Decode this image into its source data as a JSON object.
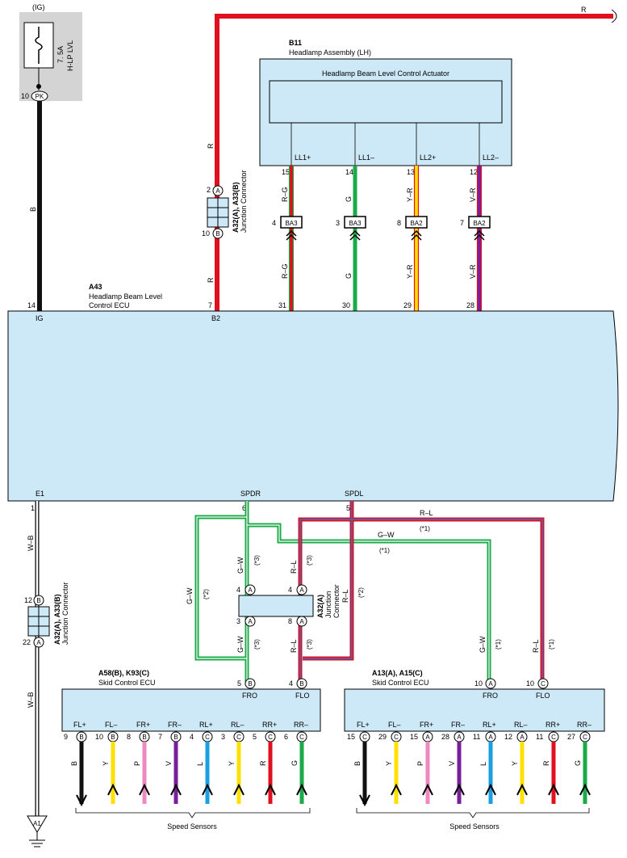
{
  "ig_label": "(IG)",
  "fuse": {
    "amps": "7. 5A",
    "name": "H-LP LVL",
    "pin": "10",
    "code": "PK"
  },
  "wire_r_top": "R",
  "b11": {
    "id": "B11",
    "name": "Headlamp Assembly (LH)",
    "actuator": "Headlamp Beam Level Control Actuator",
    "pins": [
      {
        "label": "LL1+",
        "num": "15",
        "color": "R–G",
        "conn_pin": "4",
        "conn": "BA3",
        "ecu_pin": "31",
        "ecu_label": "LL1+"
      },
      {
        "label": "LL1–",
        "num": "14",
        "color": "G",
        "conn_pin": "3",
        "conn": "BA3",
        "ecu_pin": "30",
        "ecu_label": "LL1–"
      },
      {
        "label": "LL2+",
        "num": "13",
        "color": "Y–R",
        "conn_pin": "8",
        "conn": "BA2",
        "ecu_pin": "29",
        "ecu_label": "LL2+"
      },
      {
        "label": "LL2–",
        "num": "12",
        "color": "V–R",
        "conn_pin": "7",
        "conn": "BA2",
        "ecu_pin": "28",
        "ecu_label": "LL2–"
      }
    ]
  },
  "jc_top": {
    "label": "A32(A), A33(B)",
    "sub": "Junction Connector",
    "pin_a": "2",
    "code_a": "A",
    "pin_b": "10",
    "code_b": "B",
    "wire_above": "R",
    "wire_below": "R"
  },
  "a43": {
    "id": "A43",
    "name1": "Headlamp Beam Level",
    "name2": "Control ECU",
    "ig_pin": "14",
    "ig_label": "IG",
    "ig_wire": "B",
    "b2_pin": "7",
    "b2_label": "B2",
    "e1_label": "E1",
    "e1_pin": "1",
    "spdr_label": "SPDR",
    "spdr_pin": "6",
    "spdl_label": "SPDL",
    "spdl_pin": "5"
  },
  "jc_left": {
    "label": "A32(A), A33(B)",
    "sub": "Junction Connector",
    "pin_b": "12",
    "code_b": "B",
    "pin_a": "22",
    "code_a": "A",
    "wire": "W–B"
  },
  "jc_mid": {
    "label": "A32(A)",
    "sub1": "Junction",
    "sub2": "Connector",
    "pin4": "4",
    "pin4b": "4",
    "pin3": "3",
    "pin8": "8",
    "code": "A",
    "gw": "G–W",
    "rl": "R–L",
    "n3": "(*3)",
    "n2": "(*2)",
    "n1": "(*1)"
  },
  "ecu_left": {
    "id": "A58(B), K93(C)",
    "name": "Skid Control ECU",
    "fro_pin": "5",
    "fro_code": "B",
    "fro_label": "FRO",
    "flo_pin": "4",
    "flo_code": "B",
    "flo_label": "FLO",
    "pins": [
      {
        "label": "FL+",
        "num": "9",
        "code": "B",
        "wire": "B",
        "hex": "#111111"
      },
      {
        "label": "FL–",
        "num": "10",
        "code": "B",
        "wire": "Y",
        "hex": "#ffe000"
      },
      {
        "label": "FR+",
        "num": "8",
        "code": "B",
        "wire": "P",
        "hex": "#ee88c0"
      },
      {
        "label": "FR–",
        "num": "7",
        "code": "B",
        "wire": "V",
        "hex": "#7a1f9a"
      },
      {
        "label": "RL+",
        "num": "4",
        "code": "C",
        "wire": "L",
        "hex": "#1aa0e0"
      },
      {
        "label": "RL–",
        "num": "3",
        "code": "C",
        "wire": "Y",
        "hex": "#ffe000"
      },
      {
        "label": "RR+",
        "num": "5",
        "code": "C",
        "wire": "R",
        "hex": "#e0101e"
      },
      {
        "label": "RR–",
        "num": "6",
        "code": "C",
        "wire": "G",
        "hex": "#1aaa48"
      }
    ]
  },
  "ecu_right": {
    "id": "A13(A), A15(C)",
    "name": "Skid Control ECU",
    "fro_pin": "10",
    "fro_code": "A",
    "fro_label": "FRO",
    "flo_pin": "10",
    "flo_code": "C",
    "flo_label": "FLO",
    "pins": [
      {
        "label": "FL+",
        "num": "15",
        "code": "C",
        "wire": "B",
        "hex": "#111111"
      },
      {
        "label": "FL–",
        "num": "29",
        "code": "C",
        "wire": "Y",
        "hex": "#ffe000"
      },
      {
        "label": "FR+",
        "num": "15",
        "code": "A",
        "wire": "P",
        "hex": "#ee88c0"
      },
      {
        "label": "FR–",
        "num": "28",
        "code": "A",
        "wire": "V",
        "hex": "#7a1f9a"
      },
      {
        "label": "RL+",
        "num": "11",
        "code": "A",
        "wire": "L",
        "hex": "#1aa0e0"
      },
      {
        "label": "RL–",
        "num": "12",
        "code": "A",
        "wire": "Y",
        "hex": "#ffe000"
      },
      {
        "label": "RR+",
        "num": "11",
        "code": "C",
        "wire": "R",
        "hex": "#e0101e"
      },
      {
        "label": "RR–",
        "num": "27",
        "code": "C",
        "wire": "G",
        "hex": "#1aaa48"
      }
    ]
  },
  "speed_sensors": "Speed Sensors",
  "ground": "A1",
  "colors": {
    "box": "#cde8f7",
    "red": "#e0101e",
    "green": "#1aaa48",
    "blue": "#3a6fc8",
    "yellow": "#ffe000",
    "purple": "#7a1f9a",
    "white": "#ffffff"
  }
}
